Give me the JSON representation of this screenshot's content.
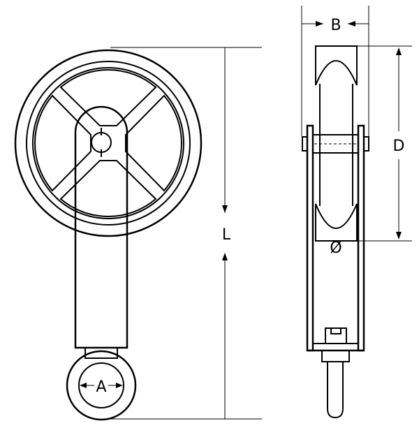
{
  "labels": {
    "a": "A",
    "b": "B",
    "d": "D",
    "l": "L",
    "diameter": "Ø"
  },
  "colors": {
    "line": "#000000",
    "body_fill": "#ffffff",
    "background": "#ffffff"
  }
}
